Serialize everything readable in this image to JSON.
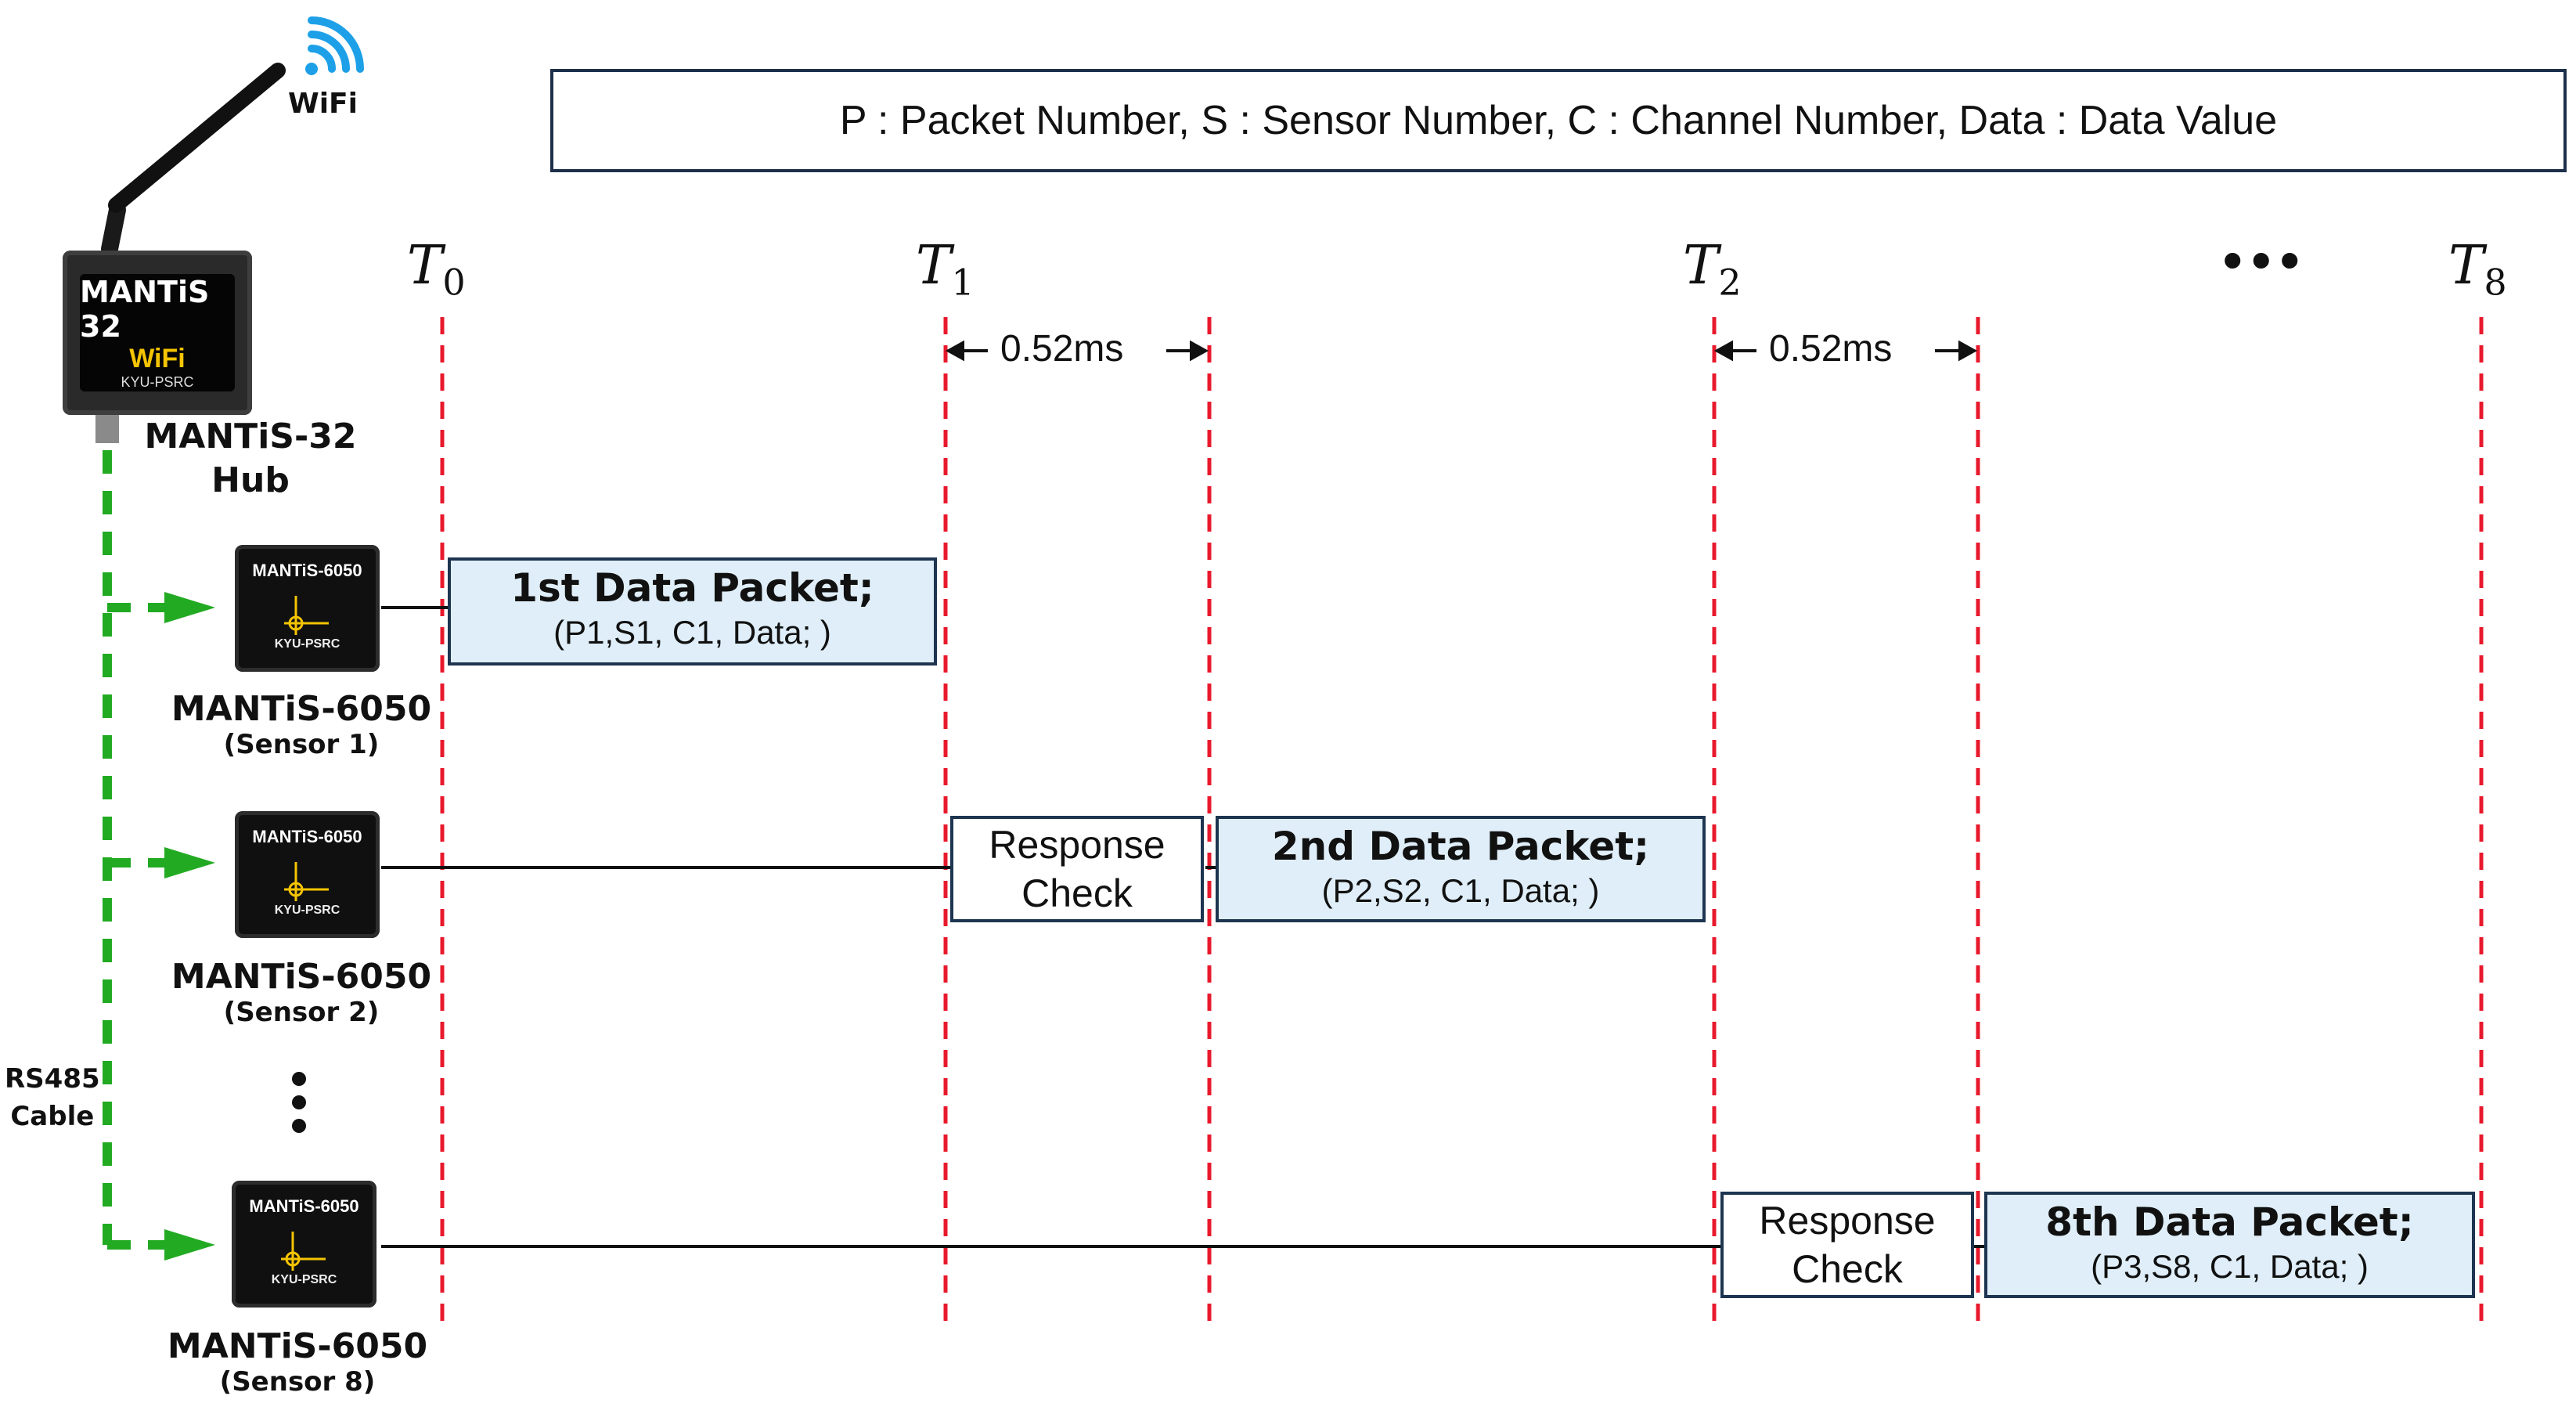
{
  "legend": "P : Packet Number, S : Sensor Number, C : Channel Number, Data : Data Value",
  "hub": {
    "device_line1": "MANTiS 32",
    "device_line2": "WiFi",
    "device_line3": "KYU-PSRC",
    "name_line1": "MANTiS-32",
    "name_line2": "Hub",
    "wifi_label": "WiFi"
  },
  "sensors": [
    {
      "device_title": "MANTiS-6050",
      "device_sub": "KYU-PSRC",
      "name": "MANTiS-6050",
      "sub": "(Sensor 1)"
    },
    {
      "device_title": "MANTiS-6050",
      "device_sub": "KYU-PSRC",
      "name": "MANTiS-6050",
      "sub": "(Sensor 2)"
    },
    {
      "device_title": "MANTiS-6050",
      "device_sub": "KYU-PSRC",
      "name": "MANTiS-6050",
      "sub": "(Sensor 8)"
    }
  ],
  "cable": {
    "line1": "RS485",
    "line2": "Cable"
  },
  "timeline": {
    "labels": [
      {
        "base": "T",
        "sub": "0"
      },
      {
        "base": "T",
        "sub": "1"
      },
      {
        "base": "T",
        "sub": "2"
      },
      {
        "base": "T",
        "sub": "8"
      }
    ],
    "ellipsis": "•••",
    "interval": "0.52ms"
  },
  "packets": [
    {
      "title": "1st Data Packet;",
      "detail": "(P1,S1, C1, Data; )"
    },
    {
      "title": "2nd Data Packet;",
      "detail": "(P2,S2, C1, Data; )"
    },
    {
      "title": "8th Data Packet;",
      "detail": "(P3,S8, C1, Data; )"
    }
  ],
  "response_check": {
    "line1": "Response",
    "line2": "Check"
  },
  "colors": {
    "dashed_timeline": "#e8192c",
    "cable": "#22aa22",
    "box_border": "#1d3550",
    "box_fill": "#dfeef8",
    "wifi": "#1ea0e8"
  }
}
